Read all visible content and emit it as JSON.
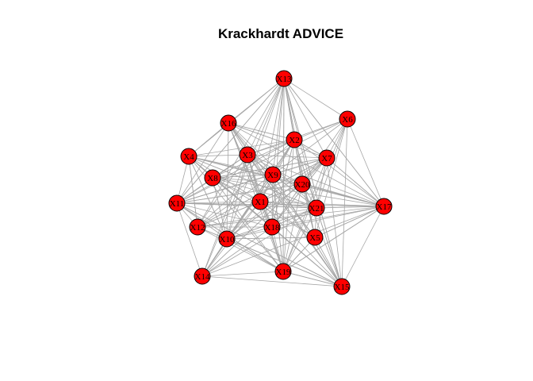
{
  "title": "Krackhardt ADVICE",
  "colors": {
    "node_fill": "#ff0000",
    "node_stroke": "#000000",
    "edge": "#a6a6a6",
    "background": "#ffffff"
  },
  "nodes": [
    {
      "id": "X1",
      "label": "X1"
    },
    {
      "id": "X2",
      "label": "X2"
    },
    {
      "id": "X3",
      "label": "X3"
    },
    {
      "id": "X4",
      "label": "X4"
    },
    {
      "id": "X5",
      "label": "X5"
    },
    {
      "id": "X6",
      "label": "X6"
    },
    {
      "id": "X7",
      "label": "X7"
    },
    {
      "id": "X8",
      "label": "X8"
    },
    {
      "id": "X9",
      "label": "X9"
    },
    {
      "id": "X10",
      "label": "X10"
    },
    {
      "id": "X11",
      "label": "X11"
    },
    {
      "id": "X12",
      "label": "X12"
    },
    {
      "id": "X13",
      "label": "X13"
    },
    {
      "id": "X14",
      "label": "X14"
    },
    {
      "id": "X15",
      "label": "X15"
    },
    {
      "id": "X16",
      "label": "X16"
    },
    {
      "id": "X17",
      "label": "X17"
    },
    {
      "id": "X18",
      "label": "X18"
    },
    {
      "id": "X19",
      "label": "X19"
    },
    {
      "id": "X20",
      "label": "X20"
    },
    {
      "id": "X21",
      "label": "X21"
    }
  ],
  "edges": [
    [
      "X1",
      "X2"
    ],
    [
      "X1",
      "X4"
    ],
    [
      "X1",
      "X8"
    ],
    [
      "X1",
      "X16"
    ],
    [
      "X1",
      "X18"
    ],
    [
      "X1",
      "X21"
    ],
    [
      "X2",
      "X6"
    ],
    [
      "X2",
      "X7"
    ],
    [
      "X2",
      "X21"
    ],
    [
      "X2",
      "X18"
    ],
    [
      "X2",
      "X16"
    ],
    [
      "X2",
      "X10"
    ],
    [
      "X3",
      "X1"
    ],
    [
      "X3",
      "X2"
    ],
    [
      "X3",
      "X4"
    ],
    [
      "X3",
      "X5"
    ],
    [
      "X3",
      "X6"
    ],
    [
      "X3",
      "X7"
    ],
    [
      "X3",
      "X8"
    ],
    [
      "X3",
      "X9"
    ],
    [
      "X3",
      "X10"
    ],
    [
      "X3",
      "X11"
    ],
    [
      "X3",
      "X12"
    ],
    [
      "X3",
      "X14"
    ],
    [
      "X3",
      "X15"
    ],
    [
      "X3",
      "X16"
    ],
    [
      "X3",
      "X17"
    ],
    [
      "X3",
      "X18"
    ],
    [
      "X3",
      "X19"
    ],
    [
      "X3",
      "X20"
    ],
    [
      "X3",
      "X21"
    ],
    [
      "X4",
      "X2"
    ],
    [
      "X4",
      "X8"
    ],
    [
      "X4",
      "X10"
    ],
    [
      "X4",
      "X12"
    ],
    [
      "X4",
      "X16"
    ],
    [
      "X4",
      "X17"
    ],
    [
      "X4",
      "X18"
    ],
    [
      "X4",
      "X21"
    ],
    [
      "X5",
      "X1"
    ],
    [
      "X5",
      "X2"
    ],
    [
      "X5",
      "X6"
    ],
    [
      "X5",
      "X8"
    ],
    [
      "X5",
      "X10"
    ],
    [
      "X5",
      "X13"
    ],
    [
      "X5",
      "X16"
    ],
    [
      "X5",
      "X17"
    ],
    [
      "X5",
      "X19"
    ],
    [
      "X5",
      "X21"
    ],
    [
      "X6",
      "X21"
    ],
    [
      "X6",
      "X7"
    ],
    [
      "X6",
      "X18"
    ],
    [
      "X7",
      "X1"
    ],
    [
      "X7",
      "X2"
    ],
    [
      "X7",
      "X8"
    ],
    [
      "X7",
      "X10"
    ],
    [
      "X7",
      "X11"
    ],
    [
      "X7",
      "X12"
    ],
    [
      "X7",
      "X14"
    ],
    [
      "X7",
      "X16"
    ],
    [
      "X7",
      "X17"
    ],
    [
      "X7",
      "X18"
    ],
    [
      "X7",
      "X21"
    ],
    [
      "X8",
      "X2"
    ],
    [
      "X8",
      "X7"
    ],
    [
      "X8",
      "X9"
    ],
    [
      "X8",
      "X10"
    ],
    [
      "X8",
      "X21"
    ],
    [
      "X8",
      "X18"
    ],
    [
      "X9",
      "X1"
    ],
    [
      "X9",
      "X2"
    ],
    [
      "X9",
      "X4"
    ],
    [
      "X9",
      "X6"
    ],
    [
      "X9",
      "X7"
    ],
    [
      "X9",
      "X8"
    ],
    [
      "X9",
      "X10"
    ],
    [
      "X9",
      "X12"
    ],
    [
      "X9",
      "X14"
    ],
    [
      "X9",
      "X15"
    ],
    [
      "X9",
      "X16"
    ],
    [
      "X9",
      "X18"
    ],
    [
      "X9",
      "X19"
    ],
    [
      "X9",
      "X21"
    ],
    [
      "X10",
      "X1"
    ],
    [
      "X10",
      "X2"
    ],
    [
      "X10",
      "X4"
    ],
    [
      "X10",
      "X5"
    ],
    [
      "X10",
      "X8"
    ],
    [
      "X10",
      "X12"
    ],
    [
      "X10",
      "X14"
    ],
    [
      "X10",
      "X16"
    ],
    [
      "X10",
      "X18"
    ],
    [
      "X10",
      "X21"
    ],
    [
      "X11",
      "X1"
    ],
    [
      "X11",
      "X2"
    ],
    [
      "X11",
      "X4"
    ],
    [
      "X11",
      "X6"
    ],
    [
      "X11",
      "X7"
    ],
    [
      "X11",
      "X8"
    ],
    [
      "X11",
      "X9"
    ],
    [
      "X11",
      "X10"
    ],
    [
      "X11",
      "X12"
    ],
    [
      "X11",
      "X13"
    ],
    [
      "X11",
      "X14"
    ],
    [
      "X11",
      "X15"
    ],
    [
      "X11",
      "X16"
    ],
    [
      "X11",
      "X17"
    ],
    [
      "X11",
      "X18"
    ],
    [
      "X11",
      "X19"
    ],
    [
      "X11",
      "X20"
    ],
    [
      "X11",
      "X21"
    ],
    [
      "X12",
      "X1"
    ],
    [
      "X12",
      "X2"
    ],
    [
      "X12",
      "X4"
    ],
    [
      "X12",
      "X7"
    ],
    [
      "X12",
      "X18"
    ],
    [
      "X12",
      "X21"
    ],
    [
      "X13",
      "X1"
    ],
    [
      "X13",
      "X2"
    ],
    [
      "X13",
      "X3"
    ],
    [
      "X13",
      "X4"
    ],
    [
      "X13",
      "X5"
    ],
    [
      "X13",
      "X6"
    ],
    [
      "X13",
      "X7"
    ],
    [
      "X13",
      "X9"
    ],
    [
      "X13",
      "X10"
    ],
    [
      "X13",
      "X11"
    ],
    [
      "X13",
      "X12"
    ],
    [
      "X13",
      "X14"
    ],
    [
      "X13",
      "X15"
    ],
    [
      "X13",
      "X16"
    ],
    [
      "X13",
      "X17"
    ],
    [
      "X13",
      "X18"
    ],
    [
      "X13",
      "X19"
    ],
    [
      "X13",
      "X20"
    ],
    [
      "X13",
      "X21"
    ],
    [
      "X14",
      "X1"
    ],
    [
      "X14",
      "X2"
    ],
    [
      "X14",
      "X7"
    ],
    [
      "X14",
      "X18"
    ],
    [
      "X14",
      "X21"
    ],
    [
      "X15",
      "X1"
    ],
    [
      "X15",
      "X2"
    ],
    [
      "X15",
      "X3"
    ],
    [
      "X15",
      "X4"
    ],
    [
      "X15",
      "X5"
    ],
    [
      "X15",
      "X6"
    ],
    [
      "X15",
      "X7"
    ],
    [
      "X15",
      "X8"
    ],
    [
      "X15",
      "X9"
    ],
    [
      "X15",
      "X10"
    ],
    [
      "X15",
      "X11"
    ],
    [
      "X15",
      "X12"
    ],
    [
      "X15",
      "X13"
    ],
    [
      "X15",
      "X14"
    ],
    [
      "X15",
      "X16"
    ],
    [
      "X15",
      "X17"
    ],
    [
      "X15",
      "X18"
    ],
    [
      "X15",
      "X19"
    ],
    [
      "X15",
      "X20"
    ],
    [
      "X15",
      "X21"
    ],
    [
      "X16",
      "X1"
    ],
    [
      "X16",
      "X2"
    ],
    [
      "X16",
      "X4"
    ],
    [
      "X16",
      "X7"
    ],
    [
      "X16",
      "X18"
    ],
    [
      "X16",
      "X21"
    ],
    [
      "X17",
      "X1"
    ],
    [
      "X17",
      "X2"
    ],
    [
      "X17",
      "X4"
    ],
    [
      "X17",
      "X5"
    ],
    [
      "X17",
      "X6"
    ],
    [
      "X17",
      "X7"
    ],
    [
      "X17",
      "X8"
    ],
    [
      "X17",
      "X9"
    ],
    [
      "X17",
      "X10"
    ],
    [
      "X17",
      "X11"
    ],
    [
      "X17",
      "X12"
    ],
    [
      "X17",
      "X13"
    ],
    [
      "X17",
      "X14"
    ],
    [
      "X17",
      "X16"
    ],
    [
      "X17",
      "X18"
    ],
    [
      "X17",
      "X19"
    ],
    [
      "X17",
      "X20"
    ],
    [
      "X17",
      "X21"
    ],
    [
      "X18",
      "X1"
    ],
    [
      "X18",
      "X2"
    ],
    [
      "X18",
      "X7"
    ],
    [
      "X18",
      "X21"
    ],
    [
      "X19",
      "X1"
    ],
    [
      "X19",
      "X2"
    ],
    [
      "X19",
      "X3"
    ],
    [
      "X19",
      "X4"
    ],
    [
      "X19",
      "X5"
    ],
    [
      "X19",
      "X6"
    ],
    [
      "X19",
      "X7"
    ],
    [
      "X19",
      "X8"
    ],
    [
      "X19",
      "X9"
    ],
    [
      "X19",
      "X10"
    ],
    [
      "X19",
      "X11"
    ],
    [
      "X19",
      "X12"
    ],
    [
      "X19",
      "X13"
    ],
    [
      "X19",
      "X14"
    ],
    [
      "X19",
      "X15"
    ],
    [
      "X19",
      "X16"
    ],
    [
      "X19",
      "X17"
    ],
    [
      "X19",
      "X18"
    ],
    [
      "X19",
      "X20"
    ],
    [
      "X19",
      "X21"
    ],
    [
      "X20",
      "X1"
    ],
    [
      "X20",
      "X2"
    ],
    [
      "X20",
      "X4"
    ],
    [
      "X20",
      "X5"
    ],
    [
      "X20",
      "X7"
    ],
    [
      "X20",
      "X8"
    ],
    [
      "X20",
      "X10"
    ],
    [
      "X20",
      "X11"
    ],
    [
      "X20",
      "X12"
    ],
    [
      "X20",
      "X13"
    ],
    [
      "X20",
      "X17"
    ],
    [
      "X20",
      "X18"
    ],
    [
      "X20",
      "X21"
    ],
    [
      "X21",
      "X1"
    ],
    [
      "X21",
      "X2"
    ],
    [
      "X21",
      "X4"
    ],
    [
      "X21",
      "X7"
    ],
    [
      "X21",
      "X10"
    ],
    [
      "X21",
      "X11"
    ],
    [
      "X21",
      "X17"
    ],
    [
      "X21",
      "X18"
    ]
  ]
}
